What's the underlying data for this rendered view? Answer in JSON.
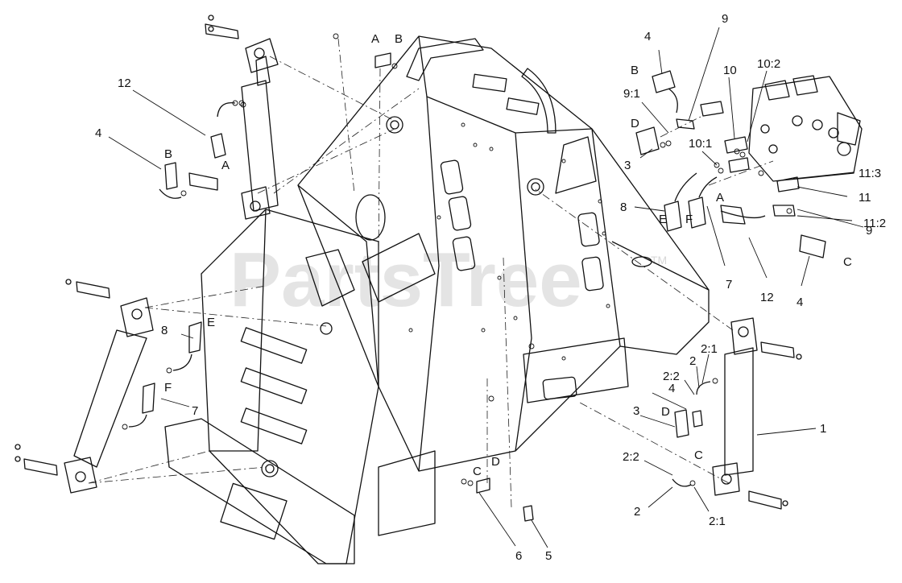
{
  "watermark": "PartsTree",
  "watermark_mark": "TM",
  "callouts": {
    "c1": "1",
    "c2a": "2",
    "c2b": "2",
    "c2_1a": "2:1",
    "c2_1b": "2:1",
    "c2_2a": "2:2",
    "c2_2b": "2:2",
    "c3a": "3",
    "c3b": "3",
    "c4a": "4",
    "c4b": "4",
    "c4c": "4",
    "c4d": "4",
    "c5": "5",
    "c6": "6",
    "c7a": "7",
    "c7b": "7",
    "c8a": "8",
    "c8b": "8",
    "c9a": "9",
    "c9b": "9",
    "c9_1": "9:1",
    "c10": "10",
    "c10_1": "10:1",
    "c10_2": "10:2",
    "c11": "11",
    "c11_2": "11:2",
    "c11_3": "11:3",
    "c12a": "12",
    "c12b": "12"
  },
  "letters": {
    "A1": "A",
    "A2": "A",
    "A3": "A",
    "B1": "B",
    "B2": "B",
    "B3": "B",
    "C1": "C",
    "C2": "C",
    "C3": "C",
    "D1": "D",
    "D2": "D",
    "D3": "D",
    "E1": "E",
    "E2": "E",
    "F1": "F",
    "F2": "F"
  }
}
